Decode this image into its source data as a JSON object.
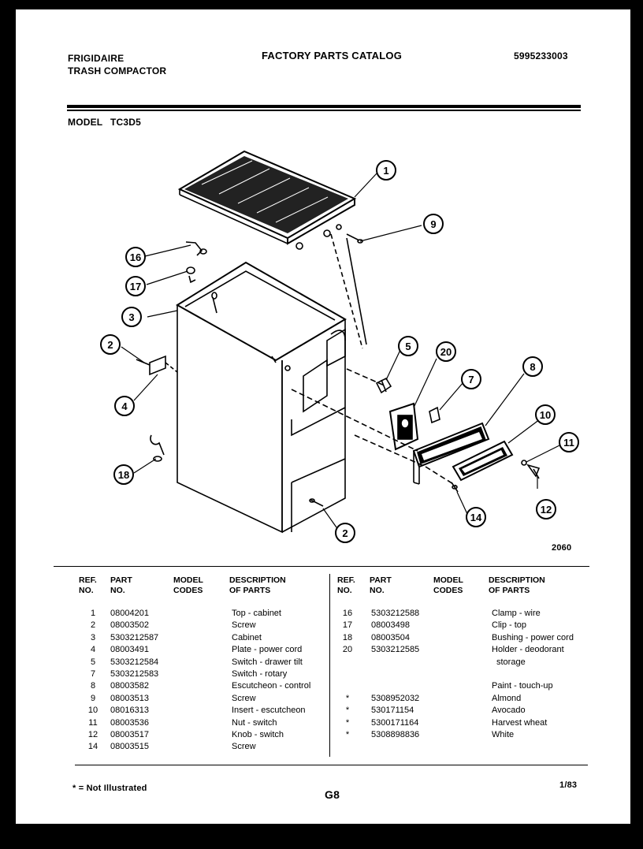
{
  "header": {
    "brand": "FRIGIDAIRE",
    "product": "TRASH COMPACTOR",
    "catalog_title": "FACTORY PARTS CATALOG",
    "catalog_number": "5995233003",
    "model_label": "MODEL",
    "model_value": "TC3D5"
  },
  "diagram": {
    "figure_number": "2060",
    "callouts": [
      "1",
      "9",
      "16",
      "17",
      "3",
      "2",
      "4",
      "18",
      "5",
      "20",
      "7",
      "8",
      "10",
      "11",
      "12",
      "14",
      "2"
    ]
  },
  "table": {
    "left_headers": {
      "ref": [
        "REF.",
        "NO."
      ],
      "part": [
        "PART",
        "NO."
      ],
      "model": [
        "MODEL",
        "CODES"
      ],
      "desc": [
        "DESCRIPTION",
        "OF PARTS"
      ]
    },
    "right_headers": {
      "ref": [
        "REF.",
        "NO."
      ],
      "part": [
        "PART",
        "NO."
      ],
      "model": [
        "MODEL",
        "CODES"
      ],
      "desc": [
        "DESCRIPTION",
        "OF PARTS"
      ]
    },
    "left_rows": [
      {
        "ref": "1",
        "part": "08004201",
        "desc": "Top - cabinet"
      },
      {
        "ref": "2",
        "part": "08003502",
        "desc": "Screw"
      },
      {
        "ref": "3",
        "part": "5303212587",
        "desc": "Cabinet"
      },
      {
        "ref": "4",
        "part": "08003491",
        "desc": "Plate - power cord"
      },
      {
        "ref": "5",
        "part": "5303212584",
        "desc": "Switch - drawer tilt"
      },
      {
        "ref": "7",
        "part": "5303212583",
        "desc": "Switch - rotary"
      },
      {
        "ref": "8",
        "part": "08003582",
        "desc": "Escutcheon - control"
      },
      {
        "ref": "9",
        "part": "08003513",
        "desc": "Screw"
      },
      {
        "ref": "10",
        "part": "08016313",
        "desc": "Insert - escutcheon"
      },
      {
        "ref": "11",
        "part": "08003536",
        "desc": "Nut - switch"
      },
      {
        "ref": "12",
        "part": "08003517",
        "desc": "Knob - switch"
      },
      {
        "ref": "14",
        "part": "08003515",
        "desc": "Screw"
      }
    ],
    "right_rows": [
      {
        "ref": "16",
        "part": "5303212588",
        "desc": "Clamp - wire"
      },
      {
        "ref": "17",
        "part": "08003498",
        "desc": "Clip - top"
      },
      {
        "ref": "18",
        "part": "08003504",
        "desc": "Bushing - power cord"
      },
      {
        "ref": "20",
        "part": "5303212585",
        "desc": "Holder - deodorant"
      },
      {
        "ref": "",
        "part": "",
        "desc": "storage"
      },
      {
        "ref": "",
        "part": "",
        "desc": ""
      },
      {
        "ref": "",
        "part": "",
        "desc": "Paint - touch-up"
      },
      {
        "ref": "*",
        "part": "5308952032",
        "desc": "Almond"
      },
      {
        "ref": "*",
        "part": "530171154",
        "desc": "Avocado"
      },
      {
        "ref": "*",
        "part": "5300171164",
        "desc": "Harvest wheat"
      },
      {
        "ref": "*",
        "part": "5308898836",
        "desc": "White"
      }
    ]
  },
  "footer": {
    "note": "* = Not Illustrated",
    "page_code": "G8",
    "date": "1/83"
  }
}
